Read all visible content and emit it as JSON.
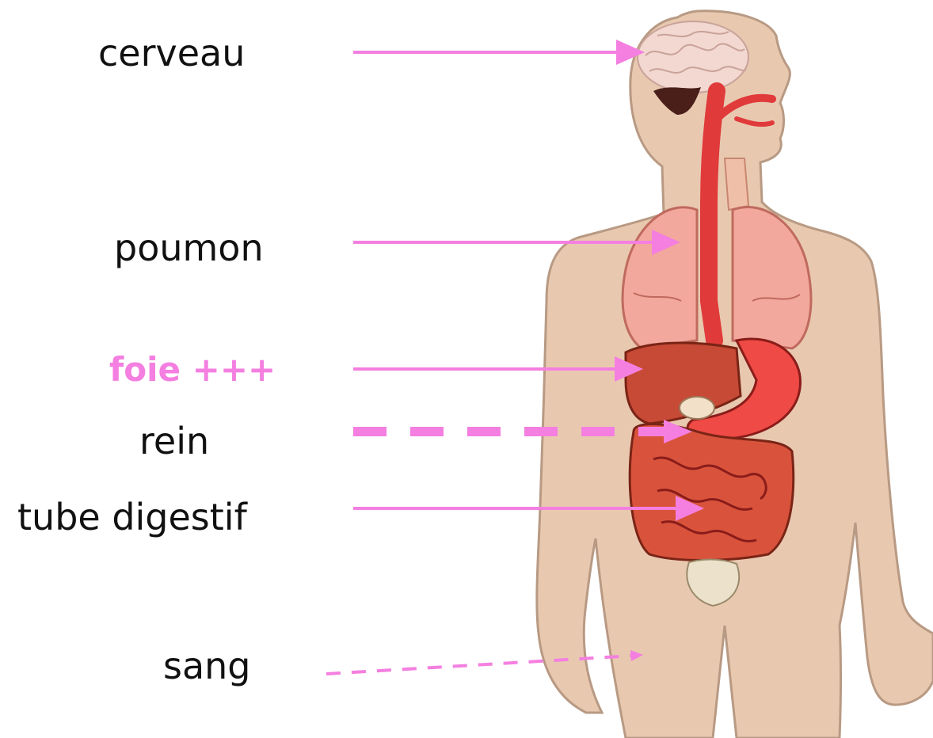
{
  "colors": {
    "arrow": "#f47fe0",
    "highlight_label": "#f47fe0",
    "skin": "#e8c9b0",
    "skin_outline": "#b89a84"
  },
  "organs": [
    {
      "key": "cerveau",
      "label": "cerveau",
      "highlight": false,
      "arrow": "solid"
    },
    {
      "key": "poumon",
      "label": "poumon",
      "highlight": false,
      "arrow": "solid"
    },
    {
      "key": "foie",
      "label": "foie +++",
      "highlight": true,
      "arrow": "solid"
    },
    {
      "key": "rein",
      "label": "rein",
      "highlight": false,
      "arrow": "dashed-thick"
    },
    {
      "key": "tube",
      "label": "tube digestif",
      "highlight": false,
      "arrow": "solid"
    },
    {
      "key": "sang",
      "label": "sang",
      "highlight": false,
      "arrow": "dashed"
    }
  ]
}
